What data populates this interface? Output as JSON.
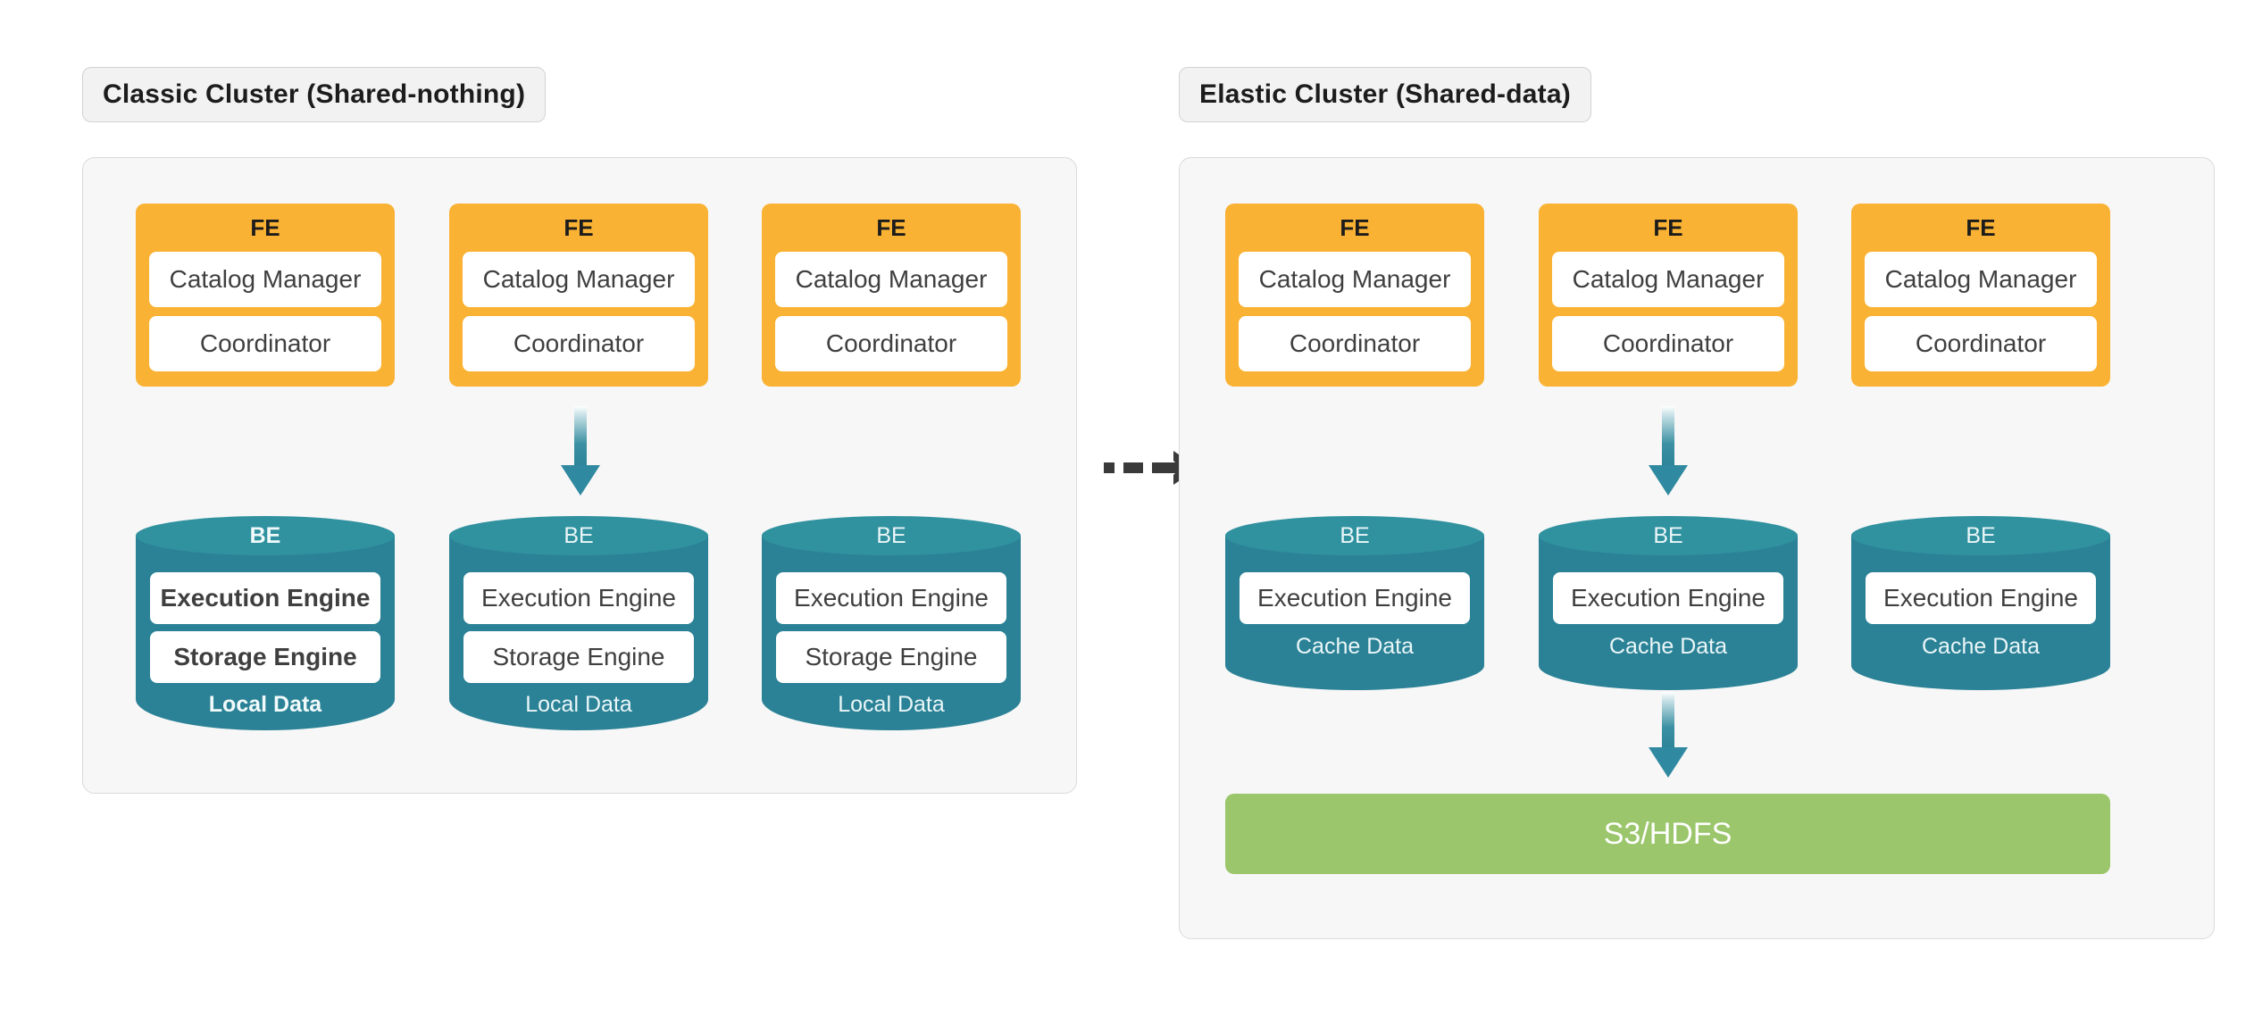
{
  "diagram": {
    "background": "#FFFFFF",
    "colors": {
      "fe_orange": "#F9B233",
      "be_teal": "#2B8296",
      "be_teal_top": "#30919F",
      "storage_green": "#9BC66B",
      "panel_bg": "#F7F7F7",
      "panel_border": "#DADADA",
      "title_bg": "#F2F2F2",
      "arrow_dark": "#3A3A3A"
    },
    "transition_arrow": {
      "icon": "dashed-arrow-right-icon",
      "direction": "right",
      "style": "dashed"
    }
  },
  "clusters": [
    {
      "id": "classic",
      "title": "Classic Cluster (Shared-nothing)",
      "fe_nodes": [
        {
          "title": "FE",
          "slots": [
            "Catalog Manager",
            "Coordinator"
          ]
        },
        {
          "title": "FE",
          "slots": [
            "Catalog Manager",
            "Coordinator"
          ]
        },
        {
          "title": "FE",
          "slots": [
            "Catalog Manager",
            "Coordinator"
          ]
        }
      ],
      "be_nodes": [
        {
          "title": "BE",
          "slots": [
            "Execution Engine",
            "Storage Engine"
          ],
          "footer": "Local Data",
          "emphasis": true
        },
        {
          "title": "BE",
          "slots": [
            "Execution Engine",
            "Storage Engine"
          ],
          "footer": "Local Data",
          "emphasis": false
        },
        {
          "title": "BE",
          "slots": [
            "Execution Engine",
            "Storage Engine"
          ],
          "footer": "Local Data",
          "emphasis": false
        }
      ],
      "connector": {
        "icon": "arrow-down-icon",
        "from": "FE 2",
        "to": "BE 2"
      },
      "storage": null
    },
    {
      "id": "elastic",
      "title": "Elastic Cluster (Shared-data)",
      "fe_nodes": [
        {
          "title": "FE",
          "slots": [
            "Catalog Manager",
            "Coordinator"
          ]
        },
        {
          "title": "FE",
          "slots": [
            "Catalog Manager",
            "Coordinator"
          ]
        },
        {
          "title": "FE",
          "slots": [
            "Catalog Manager",
            "Coordinator"
          ]
        }
      ],
      "be_nodes": [
        {
          "title": "BE",
          "slots": [
            "Execution Engine"
          ],
          "footer": "Cache Data",
          "emphasis": false
        },
        {
          "title": "BE",
          "slots": [
            "Execution Engine"
          ],
          "footer": "Cache Data",
          "emphasis": false
        },
        {
          "title": "BE",
          "slots": [
            "Execution Engine"
          ],
          "footer": "Cache Data",
          "emphasis": false
        }
      ],
      "connector": {
        "icon": "arrow-down-icon",
        "from": "FE 2",
        "to": "BE 2"
      },
      "storage_connector": {
        "icon": "arrow-down-icon",
        "from": "BE 2",
        "to": "S3/HDFS"
      },
      "storage": {
        "label": "S3/HDFS"
      }
    }
  ]
}
